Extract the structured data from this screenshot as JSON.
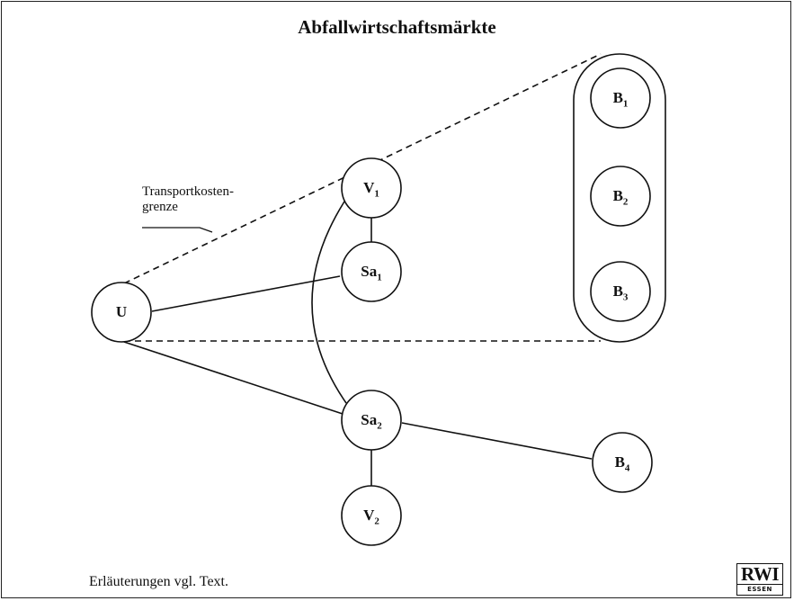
{
  "title": "Abfallwirtschaftsmärkte",
  "transport_note_line1": "Transportkosten-",
  "transport_note_line2": "grenze",
  "footnote": "Erläuterungen vgl. Text.",
  "logo": {
    "main": "RWI",
    "sub": "ESSEN"
  },
  "nodes": {
    "U": {
      "base": "U",
      "sub": ""
    },
    "V1": {
      "base": "V",
      "sub": "1"
    },
    "Sa1": {
      "base": "Sa",
      "sub": "1"
    },
    "Sa2": {
      "base": "Sa",
      "sub": "2"
    },
    "V2": {
      "base": "V",
      "sub": "2"
    },
    "B1": {
      "base": "B",
      "sub": "1"
    },
    "B2": {
      "base": "B",
      "sub": "2"
    },
    "B3": {
      "base": "B",
      "sub": "3"
    },
    "B4": {
      "base": "B",
      "sub": "4"
    }
  }
}
